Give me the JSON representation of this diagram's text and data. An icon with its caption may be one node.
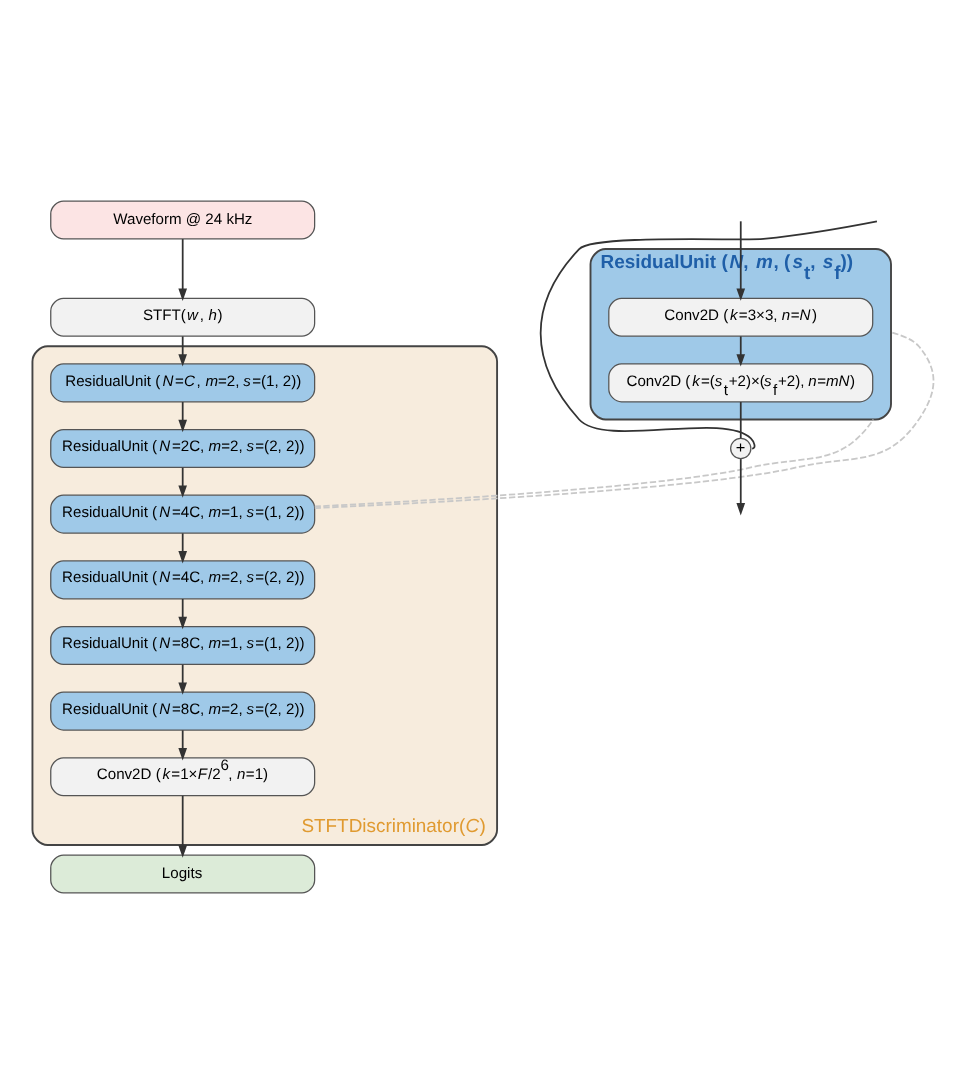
{
  "diagram": {
    "nodes": [
      {
        "text": [
          "Waveform @ 24 kHz"
        ]
      },
      {
        "text": [
          "STFT(*w*, *h*)"
        ]
      },
      {
        "text": [
          "STFTDiscriminator(*C*)"
        ]
      },
      {
        "text": [
          "ResidualUnit (*N*=*C*, *m*=2, *s*=(1, 2))"
        ],
        "in": 2
      },
      {
        "text": [
          "ResidualUnit (*N*=2C, *m*=2, *s*=(2, 2))"
        ],
        "in": 2
      },
      {
        "text": [
          "ResidualUnit (*N*=4C, *m*=1, *s*=(1, 2))"
        ],
        "in": 2
      },
      {
        "text": [
          "ResidualUnit (*N*=4C, *m*=2, *s*=(2, 2))"
        ],
        "in": 2
      },
      {
        "text": [
          "ResidualUnit (*N*=8C, *m*=1, *s*=(1, 2))"
        ],
        "in": 2
      },
      {
        "text": [
          "ResidualUnit (*N*=8C, *m*=2, *s*=(2, 2))"
        ],
        "in": 2
      },
      {
        "text": [
          "Conv2D (*k*=1×*F*/2$^{6}$, *n*=1)"
        ],
        "in": 2
      },
      {
        "text": [
          "Logits"
        ]
      },
      {
        "text": [
          "ResidualUnit (*N*, *m*, (*s*$_{t}$, *s*$_{f}$))"
        ]
      },
      {
        "text": [
          "Conv2D (*k*=3×3, *n*=*N*)"
        ],
        "in": 11
      },
      {
        "text": [
          "Conv2D (*k*=(*s*$_{t}$+2)×(*s*$_{f}$+2), *n*=*mN*)"
        ],
        "in": 11
      },
      {
        "text": [
          "+"
        ]
      }
    ],
    "edges": [
      {
        "from": 0,
        "to": 1,
        "arrow": "to"
      },
      {
        "from": 1,
        "to": 3,
        "arrow": "to"
      },
      {
        "from": 3,
        "to": 4,
        "arrow": "to"
      },
      {
        "from": 4,
        "to": 5,
        "arrow": "to"
      },
      {
        "from": 5,
        "to": 6,
        "arrow": "to"
      },
      {
        "from": 6,
        "to": 7,
        "arrow": "to"
      },
      {
        "from": 7,
        "to": 8,
        "arrow": "to"
      },
      {
        "from": 8,
        "to": 9,
        "arrow": "to"
      },
      {
        "from": 9,
        "to": 10,
        "arrow": "to"
      },
      {
        "from": null,
        "to": 12,
        "arrow": "to"
      },
      {
        "from": 12,
        "to": 13,
        "arrow": "to"
      },
      {
        "from": 13,
        "to": 14,
        "arrow": "none"
      },
      {
        "from": null,
        "to": 14,
        "arrow": "none"
      },
      {
        "from": 14,
        "to": null,
        "arrow": "to"
      },
      {
        "from": 5,
        "to": 11,
        "arrow": "none",
        "style": "dashed",
        "color": "#c8c8c8"
      },
      {
        "from": 5,
        "to": 11,
        "arrow": "none",
        "style": "dashed",
        "color": "#c8c8c8"
      }
    ]
  }
}
